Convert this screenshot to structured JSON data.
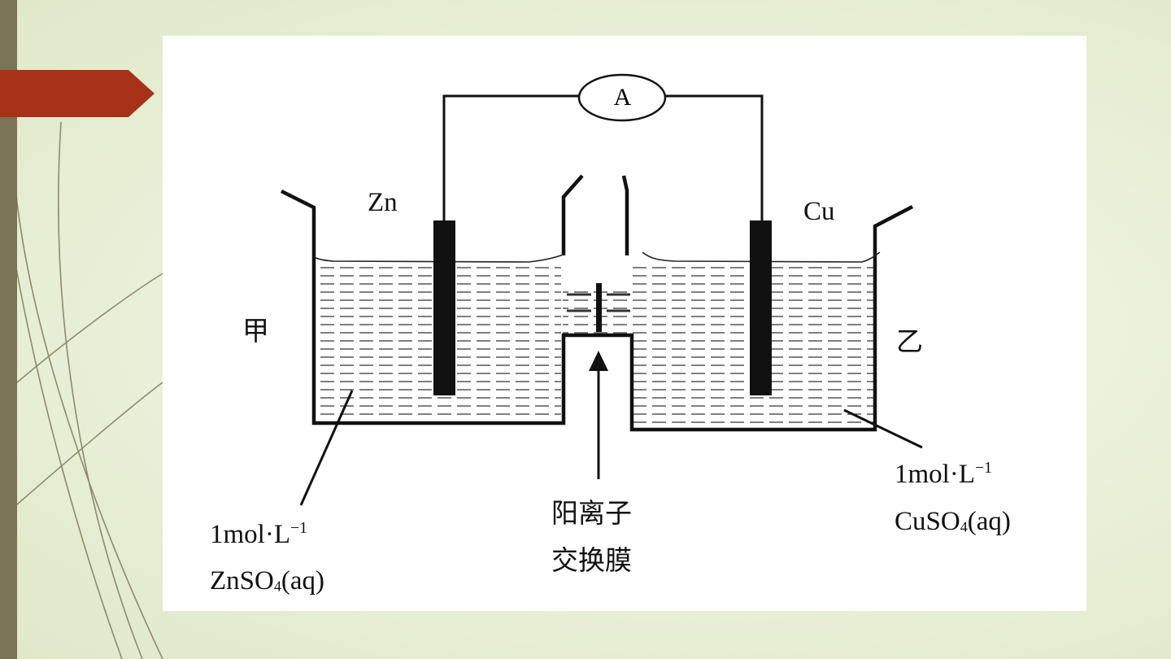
{
  "diagram": {
    "ammeter_label": "A",
    "left_electrode": "Zn",
    "right_electrode": "Cu",
    "left_cell_label": "甲",
    "right_cell_label": "乙",
    "left_solution": {
      "conc": "1mol·L",
      "exp": "−1",
      "formula_pre": "ZnSO",
      "formula_sub": "4",
      "formula_post": "(aq)"
    },
    "right_solution": {
      "conc": "1mol·L",
      "exp": "−1",
      "formula_pre": "CuSO",
      "formula_sub": "4",
      "formula_post": "(aq)"
    },
    "membrane_label_line1": "阳离子",
    "membrane_label_line2": "交换膜"
  },
  "colors": {
    "accent": "#a83217",
    "side_bar": "#7a7356",
    "background": "#e9f0d8"
  }
}
